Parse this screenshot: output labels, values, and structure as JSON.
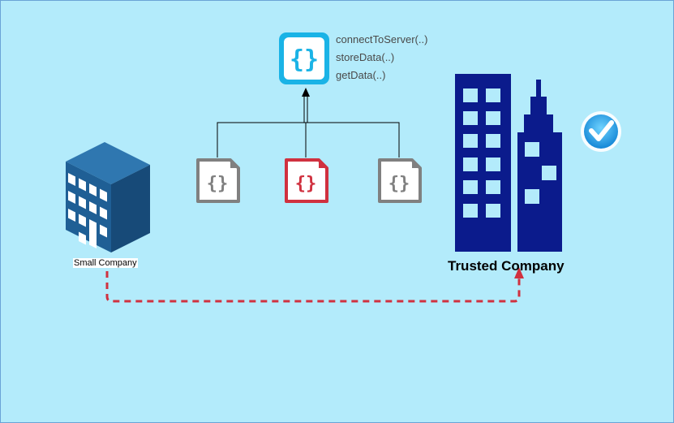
{
  "api": {
    "methods": [
      "connectToServer(..)",
      "storeData(..)",
      "getData(..)"
    ]
  },
  "nodes": {
    "small_company": "Small Company",
    "trusted_company": "Trusted Company"
  },
  "icons": {
    "api": "curly-braces-icon",
    "doc_left": "code-file-icon",
    "doc_middle": "code-file-icon",
    "doc_right": "code-file-icon",
    "small_company": "office-building-icon",
    "trusted_company": "skyscraper-icon",
    "verified": "checkmark-badge-icon"
  },
  "colors": {
    "background": "#b3ebfb",
    "api_icon": "#1ab3e6",
    "doc_gray": "#808080",
    "doc_red": "#d0313f",
    "building_blue": "#0b1b8c",
    "small_building": "#1f5f95",
    "dashed_link": "#d0313f",
    "check_badge": "#1aa3e8"
  }
}
